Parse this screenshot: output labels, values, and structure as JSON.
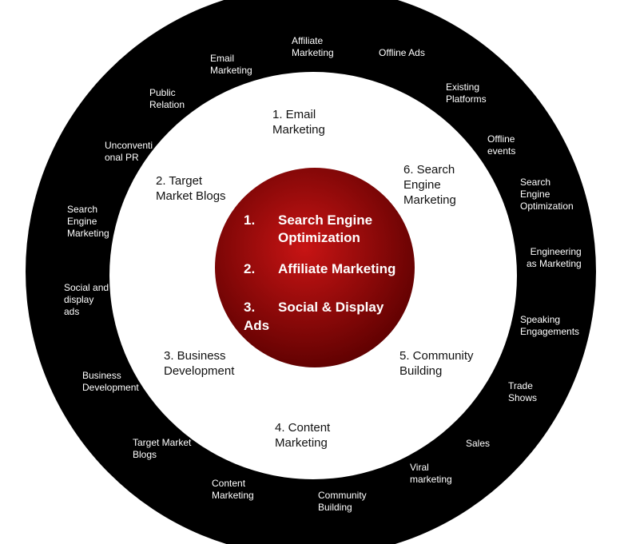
{
  "colors": {
    "outer_ring": "#000000",
    "middle_ring": "#ffffff",
    "core_center": "#c81414",
    "core_edge": "#5a0000",
    "outer_text": "#ffffff",
    "middle_text": "#111111",
    "core_text": "#ffffff"
  },
  "outer_ring": {
    "items": [
      "Affiliate\nMarketing",
      "Offline Ads",
      "Existing\nPlatforms",
      "Offline\nevents",
      "Search\nEngine\nOptimization",
      "Engineering\nas Marketing",
      "Speaking\nEngagements",
      "Trade\nShows",
      "Sales",
      "Viral\nmarketing",
      "Community\nBuilding",
      "Content\nMarketing",
      "Target Market\nBlogs",
      "Business\nDevelopment",
      "Social and\ndisplay\nads",
      "Search\nEngine\nMarketing",
      "Unconventi\nonal PR",
      "Public\nRelation",
      "Email\nMarketing"
    ]
  },
  "middle_ring": {
    "items": [
      "1.    Email\n        Marketing",
      "6. Search\nEngine\nMarketing",
      "5. Community\nBuilding",
      "4.  Content\nMarketing",
      "3. Business\nDevelopment",
      "2. Target\nMarket Blogs"
    ]
  },
  "core": {
    "items": [
      {
        "num": "1.",
        "text": "Search Engine\nOptimization"
      },
      {
        "num": "2.",
        "text": "Affiliate Marketing"
      },
      {
        "num": "3.",
        "text": "Social & Display"
      }
    ],
    "overflow_text": "Ads"
  }
}
